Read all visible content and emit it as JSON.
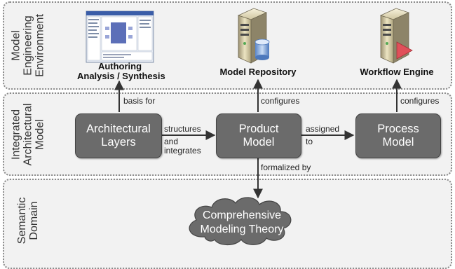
{
  "bands": {
    "top": {
      "label_lines": [
        "Model",
        "Engineering",
        "Environment"
      ]
    },
    "middle": {
      "label_lines": [
        "Integrated",
        "Architectural",
        "Model"
      ]
    },
    "bottom": {
      "label_lines": [
        "Semantic",
        "Domain"
      ]
    }
  },
  "tools": {
    "authoring": {
      "line1": "Authoring",
      "line2": "Analysis / Synthesis"
    },
    "repository": {
      "label": "Model Repository"
    },
    "workflow": {
      "label": "Workflow Engine"
    }
  },
  "nodes": {
    "layers": {
      "line1": "Architectural",
      "line2": "Layers"
    },
    "product": {
      "line1": "Product",
      "line2": "Model"
    },
    "process": {
      "line1": "Process",
      "line2": "Model"
    },
    "theory": {
      "line1": "Comprehensive",
      "line2": "Modeling Theory"
    }
  },
  "edges": {
    "basis_for": "basis for",
    "configures_repo": "configures",
    "configures_workflow": "configures",
    "structures": "structures",
    "and": "and",
    "integrates": "integrates",
    "assigned": "assigned",
    "to": "to",
    "formalized_by": "formalized by"
  },
  "colors": {
    "node_fill": "#6b6b6b",
    "band_fill": "#f2f2f2",
    "band_border": "#8a8a8a",
    "workflow_accent": "#e0505a"
  }
}
